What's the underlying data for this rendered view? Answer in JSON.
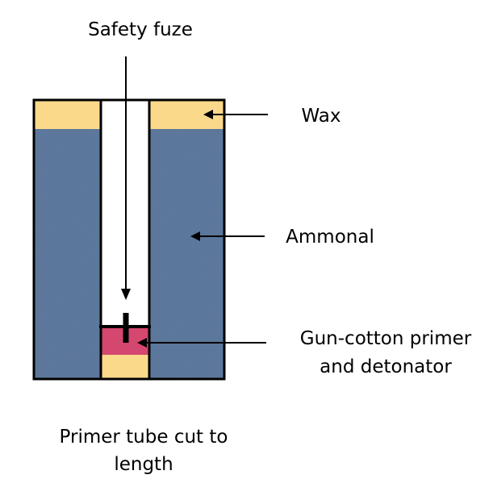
{
  "labels": {
    "safety_fuze": "Safety fuze",
    "wax": "Wax",
    "ammonal": "Ammonal",
    "primer_line1": "Gun-cotton primer",
    "primer_line2": "and detonator",
    "caption_line1": "Primer tube cut to",
    "caption_line2": "length"
  },
  "colors": {
    "wax": "#FBD98A",
    "ammonal": "#5B7393",
    "primer": "#D4476F",
    "tube": "#FFFFFF",
    "outline": "#000000"
  }
}
